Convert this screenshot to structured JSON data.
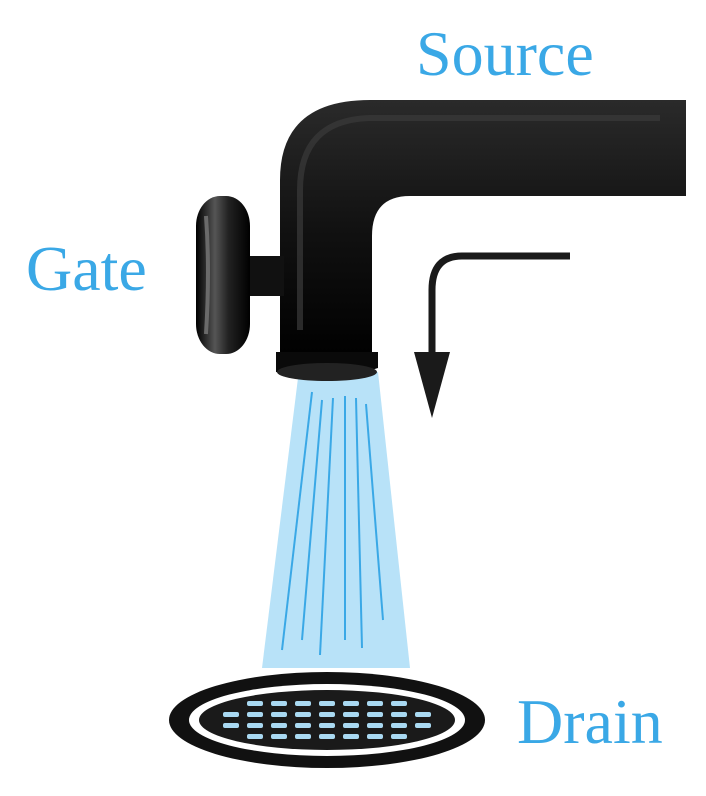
{
  "labels": {
    "source": "Source",
    "gate": "Gate",
    "drain": "Drain"
  },
  "colors": {
    "label": "#3aa8e6",
    "pipe": "#141414",
    "water": "#b8e2f8",
    "water_streak": "#3aa8e6",
    "drain_rim": "#111111",
    "drain_hole": "#a9d9f2"
  },
  "icons": {
    "faucet": "faucet-icon",
    "knob": "gate-knob-icon",
    "arrow": "flow-arrow-icon",
    "drain": "drain-grate-icon"
  }
}
